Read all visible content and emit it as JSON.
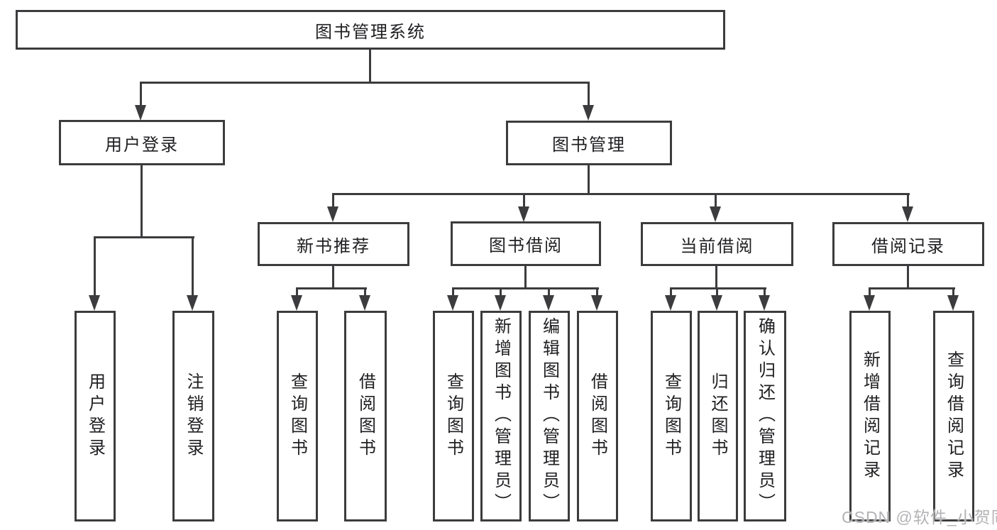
{
  "tree": {
    "label": "图书管理系统",
    "children": [
      {
        "label": "用户登录",
        "children": [
          {
            "label": "用户登录"
          },
          {
            "label": "注销登录"
          }
        ]
      },
      {
        "label": "图书管理",
        "children": [
          {
            "label": "新书推荐",
            "children": [
              {
                "label": "查询图书"
              },
              {
                "label": "借阅图书"
              }
            ]
          },
          {
            "label": "图书借阅",
            "children": [
              {
                "label": "查询图书"
              },
              {
                "label": "新增图书（管理员）"
              },
              {
                "label": "编辑图书（管理员）"
              },
              {
                "label": "借阅图书"
              }
            ]
          },
          {
            "label": "当前借阅",
            "children": [
              {
                "label": "查询图书"
              },
              {
                "label": "归还图书"
              },
              {
                "label": "确认归还（管理员）"
              }
            ]
          },
          {
            "label": "借阅记录",
            "children": [
              {
                "label": "新增借阅记录"
              },
              {
                "label": "查询借阅记录"
              }
            ]
          }
        ]
      }
    ]
  },
  "watermark": "CSDN @软件_小贺同学",
  "colors": {
    "line": "#3c3c3e",
    "text": "#1f1f22",
    "background": "#ffffff",
    "watermark": "#afafb2"
  }
}
